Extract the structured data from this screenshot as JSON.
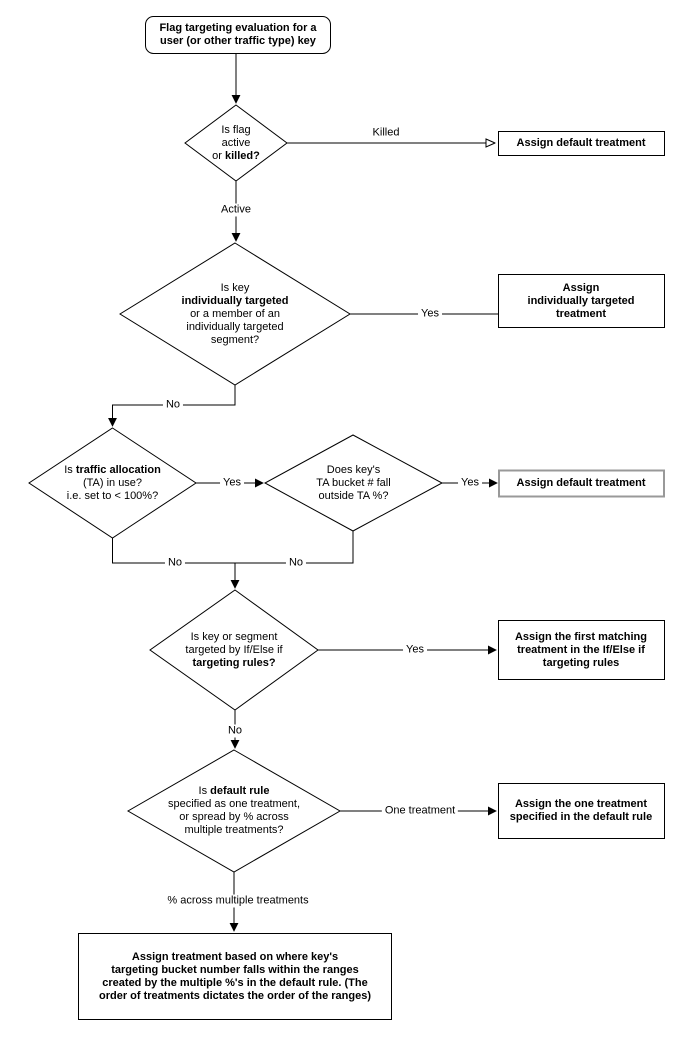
{
  "diagram": {
    "title": "Flag targeting evaluation flowchart",
    "colors": {
      "stroke": "#000000",
      "fill": "#ffffff",
      "highlight_border": "#999999",
      "background": "#ffffff"
    },
    "nodes": {
      "start": {
        "text": "Flag targeting evaluation for a\nuser (or other traffic type) key"
      },
      "d_flag_active": {
        "lines": [
          [
            {
              "t": "Is flag"
            }
          ],
          [
            {
              "t": "active"
            }
          ],
          [
            {
              "t": "or "
            },
            {
              "t": "killed?",
              "b": true
            }
          ]
        ]
      },
      "box_default_1": {
        "text": "Assign default treatment"
      },
      "d_individually_targeted": {
        "lines": [
          [
            {
              "t": "Is key"
            }
          ],
          [
            {
              "t": "individually targeted",
              "b": true
            }
          ],
          [
            {
              "t": "or a member of an"
            }
          ],
          [
            {
              "t": "individually targeted"
            }
          ],
          [
            {
              "t": "segment?"
            }
          ]
        ]
      },
      "box_individually_targeted": {
        "text": "Assign\nindividually targeted\ntreatment"
      },
      "d_traffic_allocation": {
        "lines": [
          [
            {
              "t": "Is "
            },
            {
              "t": "traffic allocation",
              "b": true
            }
          ],
          [
            {
              "t": "(TA) in use?"
            }
          ],
          [
            {
              "t": "i.e. set to < 100%?"
            }
          ]
        ]
      },
      "d_ta_bucket": {
        "text": "Does key's\nTA bucket # fall\noutside TA %?"
      },
      "box_default_2": {
        "text": "Assign default treatment"
      },
      "d_targeting_rules": {
        "lines": [
          [
            {
              "t": "Is key or segment"
            }
          ],
          [
            {
              "t": "targeted by If/Else if"
            }
          ],
          [
            {
              "t": "targeting rules?",
              "b": true
            }
          ]
        ]
      },
      "box_first_matching": {
        "text": "Assign the first matching\ntreatment in the If/Else if\ntargeting rules"
      },
      "d_default_rule": {
        "lines": [
          [
            {
              "t": "Is "
            },
            {
              "t": "default rule",
              "b": true
            }
          ],
          [
            {
              "t": "specified as one treatment,"
            }
          ],
          [
            {
              "t": "or spread by % across"
            }
          ],
          [
            {
              "t": "multiple treatments?"
            }
          ]
        ]
      },
      "box_one_treatment": {
        "text": "Assign the one treatment\nspecified in the default rule"
      },
      "box_ranges": {
        "text": "Assign treatment based on where key's\ntargeting bucket number falls within the ranges\ncreated by the multiple %'s in the default rule. (The\norder of treatments dictates the order of the ranges)"
      }
    },
    "edge_labels": {
      "killed": "Killed",
      "active": "Active",
      "yes_individual": "Yes",
      "no_individual": "No",
      "yes_ta": "Yes",
      "yes_bucket": "Yes",
      "no_ta": "No",
      "no_bucket": "No",
      "yes_rules": "Yes",
      "no_rules": "No",
      "one_treatment": "One treatment",
      "pct_multiple": "% across multiple treatments"
    }
  }
}
